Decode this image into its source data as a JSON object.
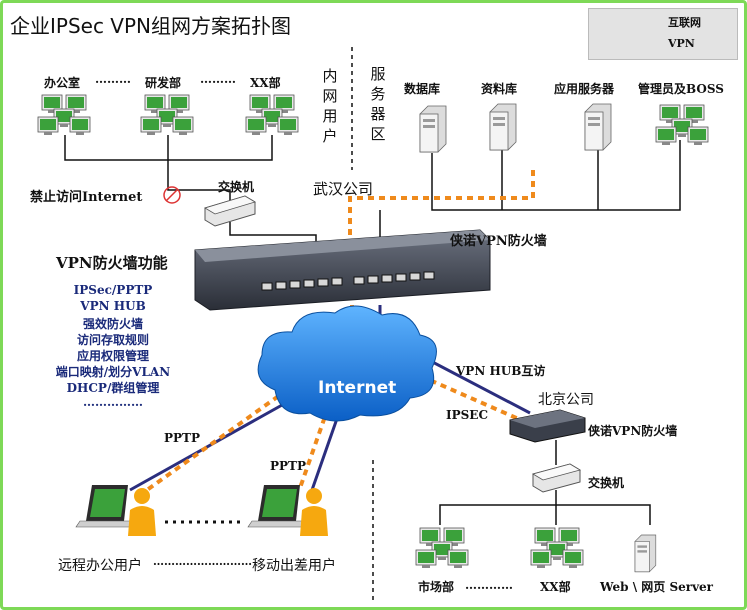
{
  "title": "企业IPSec VPN组网方案拓扑图",
  "legend": {
    "internet": "互联网",
    "vpn": "VPN"
  },
  "lan_users": {
    "office": "办公室",
    "rnd": "研发部",
    "xx": "XX部",
    "dots1": "………",
    "dots2": "………",
    "vertical": "内网用户"
  },
  "server_zone": {
    "vertical": "服务器区",
    "database": "数据库",
    "datastore": "资料库",
    "app_server": "应用服务器",
    "admin": "管理员及BOSS"
  },
  "blocked": "禁止访问Internet",
  "switch_label": "交换机",
  "wuhan": "武汉公司",
  "firewall_label": "侠诺VPN防火墙",
  "features_title": "VPN防火墙功能",
  "features": [
    "IPSec/PPTP",
    "VPN HUB",
    "强效防火墙",
    "访问存取规则",
    "应用权限管理",
    "端口映射/划分VLAN",
    "DHCP/群组管理",
    "……………"
  ],
  "internet": "Internet",
  "vpn_hub": "VPN HUB互访",
  "ipsec": "IPSEC",
  "beijing": "北京公司",
  "bj_firewall": "侠诺VPN防火墙",
  "bj_switch": "交换机",
  "pptp1": "PPTP",
  "pptp2": "PPTP",
  "remote_user": "远程办公用户",
  "mobile_user": "移动出差用户",
  "user_link_dots": "………………………",
  "bj_users": {
    "market": "市场部",
    "dots": "…………",
    "xx": "XX部",
    "web": "Web \\ 网页 Server"
  },
  "colors": {
    "internet_line": "#2b2e7e",
    "vpn_line": "#ef8a1c",
    "frame": "#7ed957"
  }
}
